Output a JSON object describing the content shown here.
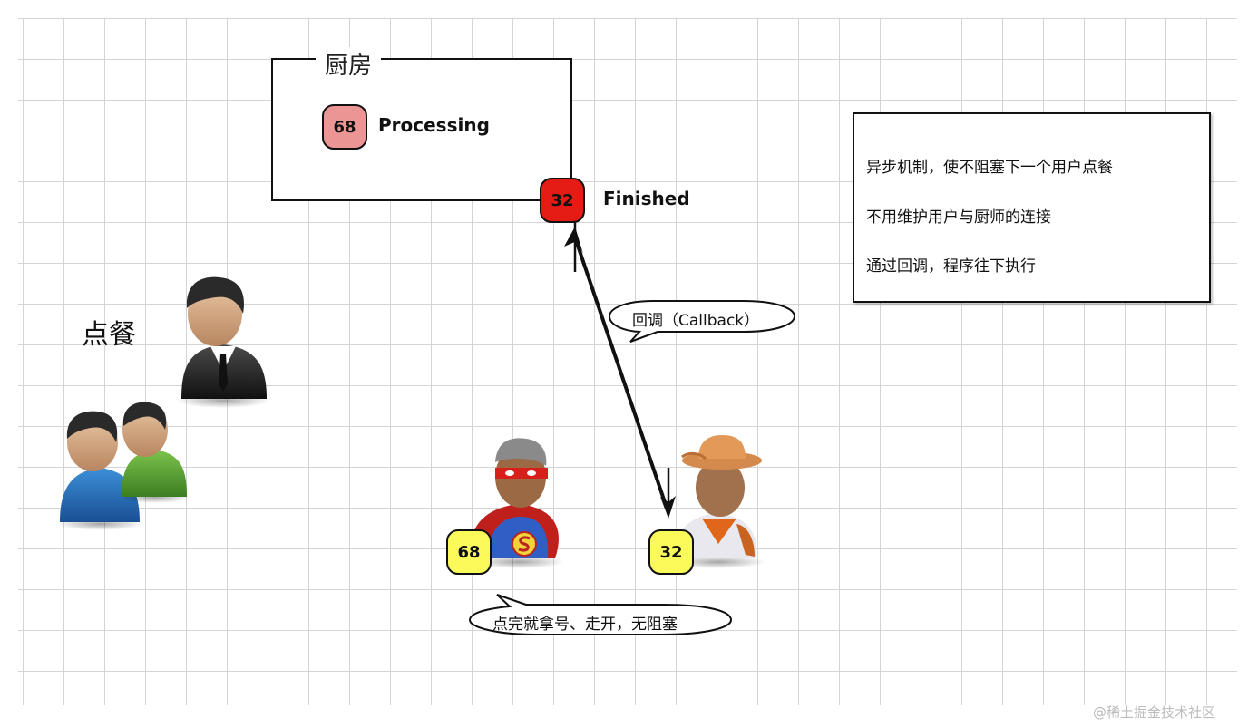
{
  "kitchen": {
    "title": "厨房",
    "processing_ticket": "68",
    "processing_label": "Processing",
    "finished_ticket": "32",
    "finished_label": "Finished"
  },
  "notes": [
    "异步机制，使不阻塞下一个用户点餐",
    "不用维护用户与厨师的连接",
    "通过回调，程序往下执行"
  ],
  "order_label": "点餐",
  "callback_bubble": "回调（Callback）",
  "customers": {
    "ticket_left": "68",
    "ticket_right": "32",
    "bubble": "点完就拿号、走开，无阻塞"
  },
  "watermark": "@稀土掘金技术社区",
  "colors": {
    "processing_badge": "#ec9595",
    "finished_badge": "#e41c15",
    "customer_badge": "#fafa5a",
    "grid_line": "#d4d4d4"
  },
  "icons": [
    "person-suit-icon",
    "person-blue-icon",
    "person-green-icon",
    "superhero-icon",
    "cowboy-icon"
  ]
}
